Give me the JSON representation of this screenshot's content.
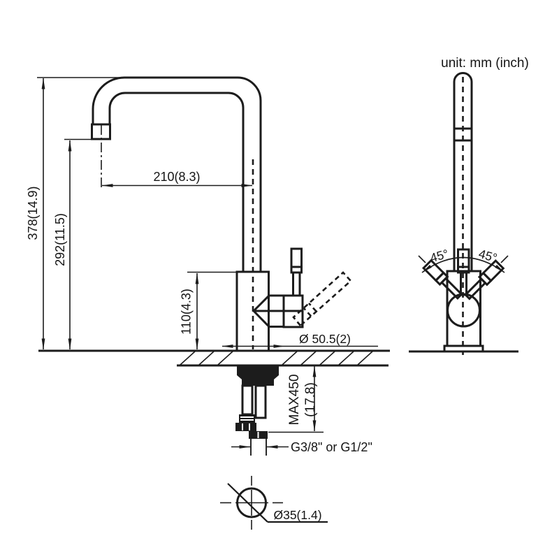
{
  "unit_label": "unit: mm (inch)",
  "side_view": {
    "total_height": "378(14.9)",
    "spout_height": "292(11.5)",
    "spout_reach": "210(8.3)",
    "body_height": "110(4.3)",
    "base_diameter": "Ø 50.5(2)",
    "hose_max_length_line1": "MAX450",
    "hose_max_length_line2": "(17.8)",
    "thread_size": "G3/8\" or G1/2\""
  },
  "front_view": {
    "swivel_left": "45°",
    "swivel_right": "45°"
  },
  "bottom_view": {
    "hole_diameter": "Ø35(1.4)"
  },
  "colors": {
    "line": "#1c1c1c",
    "background": "#ffffff"
  }
}
